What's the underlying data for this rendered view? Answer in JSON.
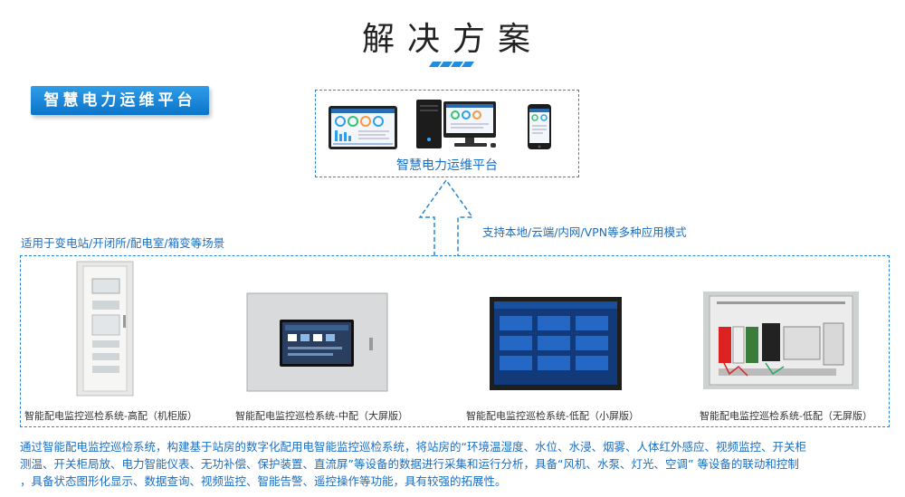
{
  "page": {
    "title": "解决方案",
    "badge": "智慧电力运维平台"
  },
  "platform": {
    "label": "智慧电力运维平台",
    "devices": [
      "monitor-icon",
      "desktop-pc-icon",
      "smartphone-icon"
    ]
  },
  "notes": {
    "left": "适用于变电站/开闭所/配电室/箱变等场景",
    "right": "支持本地/云端/内网/VPN等多种应用模式"
  },
  "systems": [
    {
      "caption": "智能配电监控巡检系统-高配（机柜版）",
      "icon": "cabinet-icon"
    },
    {
      "caption": "智能配电监控巡检系统-中配（大屏版）",
      "icon": "wall-panel-icon"
    },
    {
      "caption": "智能配电监控巡检系统-低配（小屏版）",
      "icon": "touch-screen-icon"
    },
    {
      "caption": "智能配电监控巡检系统-低配（无屏版）",
      "icon": "control-box-icon"
    }
  ],
  "description": {
    "line1": "通过智能配电监控巡检系统，构建基于站房的数字化配用电智能监控巡检系统，将站房的“环境温湿度、水位、水浸、烟雾、人体红外感应、视频监控、开关柜",
    "line2": "测温、开关柜局放、电力智能仪表、无功补偿、保护装置、直流屏”等设备的数据进行采集和运行分析，具备“风机、水泵、灯光、空调” 等设备的联动和控制",
    "line3": "，具备状态图形化显示、数据查询、视频监控、智能告警、遥控操作等功能，具有较强的拓展性。"
  },
  "colors": {
    "accent": "#1a6ec2",
    "badge_top": "#2f9de8",
    "badge_bottom": "#0b74c9",
    "dash": "#2a86d6"
  }
}
